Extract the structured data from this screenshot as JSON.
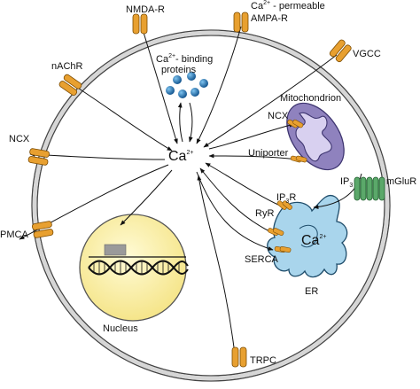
{
  "labels": {
    "nmda": "NMDA-R",
    "ca_perm_base": "Ca",
    "ca_perm_sup": "2+",
    "ca_perm_rest": " - permeable",
    "ampa": "AMPA-R",
    "vgcc": "VGCC",
    "nachr": "nAChR",
    "bind_base": "Ca",
    "bind_sup": "2+",
    "bind_rest": "- binding",
    "bind_line2": "proteins",
    "mito": "Mitochondrion",
    "ncx_mito": "NCX",
    "uniporter": "Uniporter",
    "ncx_out": "NCX",
    "pmca": "PMCA",
    "ca_center_base": "Ca",
    "ca_center_sup": "2+",
    "ip3": "IP",
    "ip3_sub": "3",
    "mglur": "mGluR",
    "ip3r": "IP",
    "ip3r_sub": "3",
    "ip3r_tail": "R",
    "ryr": "RyR",
    "serca": "SERCA",
    "ca_er_base": "Ca",
    "ca_er_sup": "2+",
    "er": "ER",
    "nucleus": "Nucleus",
    "trpc": "TRPC"
  },
  "colors": {
    "channel": "#E8A030",
    "channel_stroke": "#7A4A00",
    "membrane": "#B8B8B8",
    "mito_fill": "#8A7CB8",
    "er_fill": "#A9D5EC",
    "nucleus_fill": "#FFF4A8",
    "protein_dot": "#1E73B8",
    "receptor": "#5BA86A"
  }
}
